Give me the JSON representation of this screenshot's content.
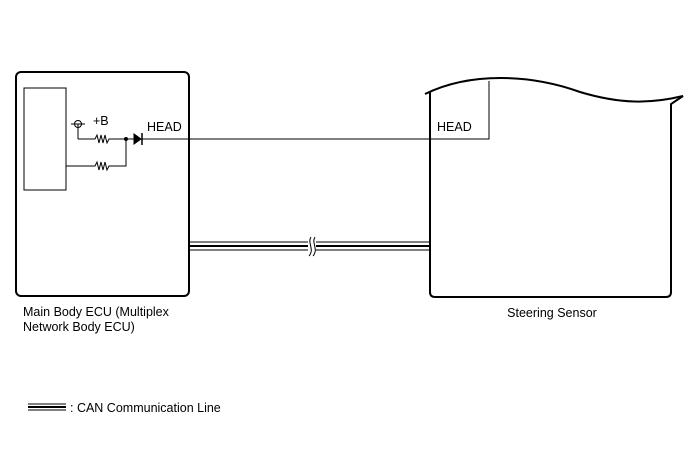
{
  "ecu": {
    "name_line1": "Main Body ECU (Multiplex",
    "name_line2": "Network Body ECU)",
    "supply_label": "+B",
    "terminal_label": "HEAD"
  },
  "sensor": {
    "name": "Steering Sensor",
    "terminal_label": "HEAD"
  },
  "legend": {
    "text": ": CAN Communication Line"
  }
}
